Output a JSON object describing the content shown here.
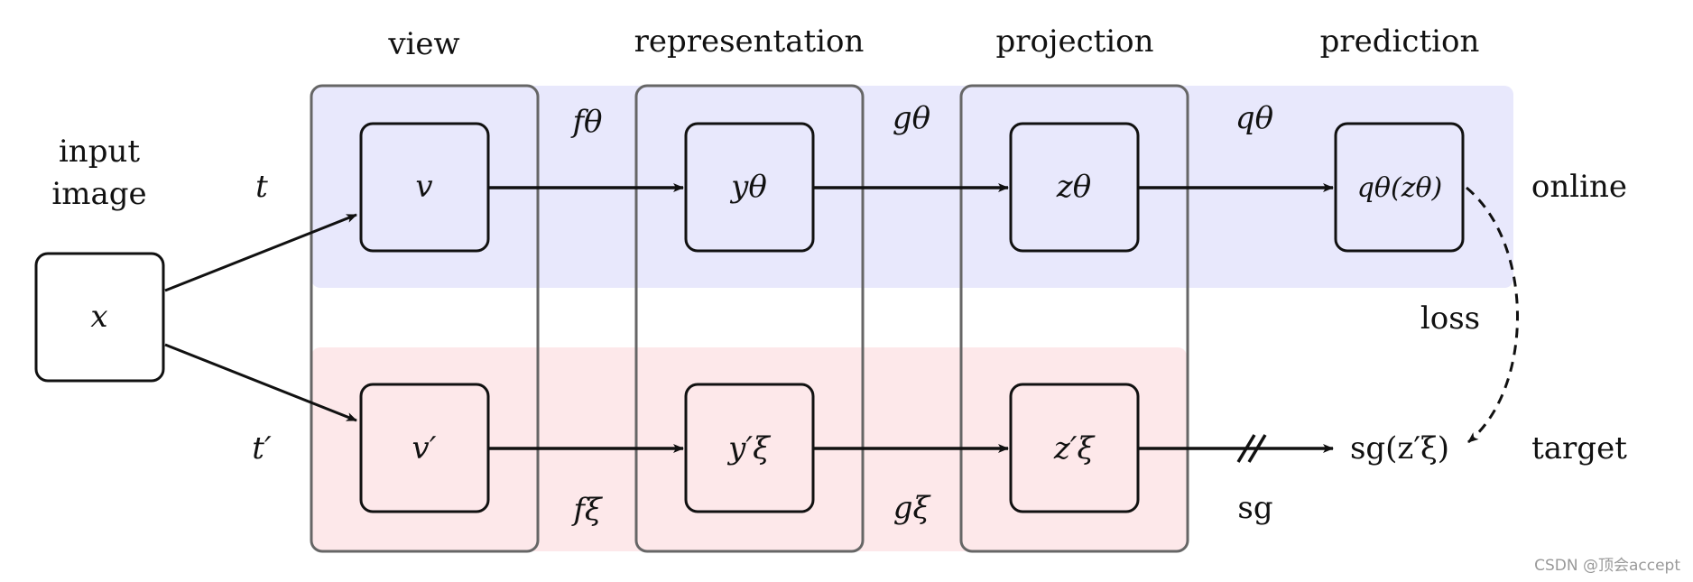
{
  "headers": {
    "view": "view",
    "representation": "representation",
    "projection": "projection",
    "prediction": "prediction"
  },
  "input": {
    "label_line1": "input",
    "label_line2": "image",
    "node": "x"
  },
  "transforms": {
    "online": "t",
    "target": "t′"
  },
  "online": {
    "row_label": "online",
    "nodes": {
      "view": "v",
      "representation": "yθ",
      "projection": "zθ",
      "prediction": "qθ(zθ)"
    },
    "edges": {
      "encoder": "fθ",
      "projector": "gθ",
      "predictor": "qθ"
    }
  },
  "target": {
    "row_label": "target",
    "nodes": {
      "view": "v′",
      "representation": "y′ξ",
      "projection": "z′ξ",
      "stop_gradient": "sg(z′ξ)"
    },
    "edges": {
      "encoder": "fξ",
      "projector": "gξ",
      "stop_gradient": "sg"
    }
  },
  "loss_label": "loss",
  "watermark": "CSDN @顶会accept",
  "colors": {
    "online_band": "#e8e8fc",
    "target_band": "#fde8ea",
    "stage_border": "#666666",
    "node_border": "#111111"
  }
}
